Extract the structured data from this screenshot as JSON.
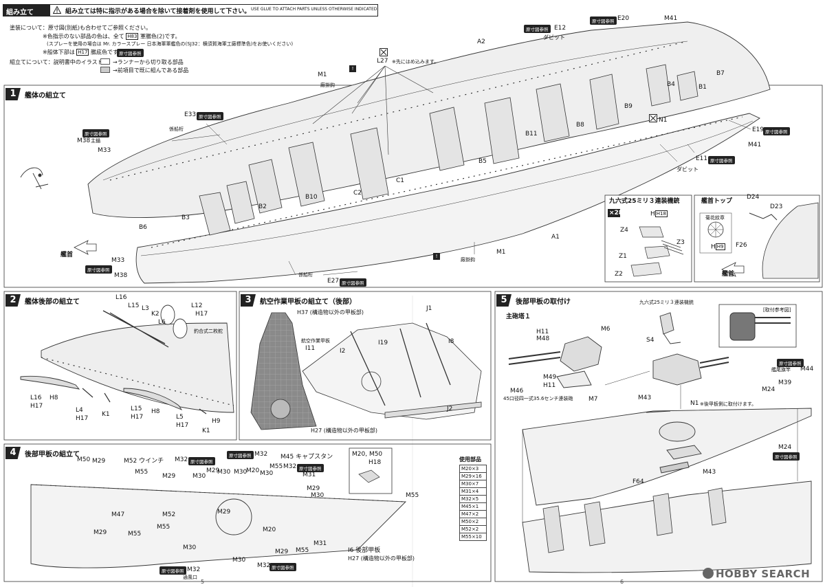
{
  "header": {
    "section": "組み立て",
    "instruction": "組み立ては特に指示がある場合を除いて接着剤を使用して下さい。",
    "instruction_en": "USE GLUE TO ATTACH PARTS UNLESS OTHERWISE INDICATED."
  },
  "notes": {
    "paint1": "塗装について：原寸図(別紙)も合わせてご参照ください。",
    "paint2": "※色指示のない部品の色は、全て",
    "paint2b": "軍艦色(2)です。",
    "paint2_color": "H83",
    "paint3": "(スプレーを使用の場合は Mr. カラースプレー 日本海軍軍艦色の(SJ32：横須賀海軍工廠標準色)をお使いください)",
    "paint4": "※船体下部は",
    "paint4_color": "H17",
    "paint4b": "艦底色です。",
    "assembly1": "組立てについて：説明書中のイラスト",
    "assembly1b": "→ランナーから切り取る部品",
    "assembly2": "→前項目で既に組んである部品",
    "ref_badge": "原寸図参照"
  },
  "step1": {
    "num": "1",
    "title": "艦体の組立て",
    "labels": {
      "A1": "A1",
      "A2": "A2",
      "B1": "B1",
      "B2": "B2",
      "B3": "B3",
      "B4": "B4",
      "B5": "B5",
      "B6": "B6",
      "B7": "B7",
      "B8": "B8",
      "B9": "B9",
      "B10": "B10",
      "B11": "B11",
      "C1": "C1",
      "C2": "C2",
      "E11": "E11",
      "E12": "E12",
      "E19": "E19",
      "E20": "E20",
      "E27": "E27",
      "E33": "E33",
      "L27": "L27",
      "L27_note": "※先にはめ込みます。",
      "M1a": "M1",
      "M1b": "M1",
      "M33a": "M33",
      "M33b": "M33",
      "M38a": "M38",
      "M38b": "M38",
      "M41a": "M41",
      "M41b": "M41",
      "N1": "N1",
      "dabitto1": "ダビット",
      "dabitto2": "ダビット",
      "kaibo1": "廠掛鈎",
      "kaibo2": "廠掛鈎",
      "keisenketa1": "係船桁",
      "keisenketa2": "係船桁",
      "shuju": "主錨",
      "bow": "艦首"
    }
  },
  "aa_gun": {
    "title": "九六式25ミリ３連装機銃",
    "count": "×28",
    "color": "H18",
    "Z1": "Z1",
    "Z2": "Z2",
    "Z3": "Z3",
    "Z4": "Z4"
  },
  "bow_top": {
    "title": "艦首トップ",
    "D23": "D23",
    "D24": "D24",
    "F26": "F26",
    "crest": "菊花紋章",
    "crest_color": "H9",
    "bow": "艦首"
  },
  "step2": {
    "num": "2",
    "title": "艦体後部の組立て",
    "labels": [
      "L16",
      "L15",
      "L3",
      "K2",
      "L6",
      "L12",
      "L16",
      "L4",
      "K1",
      "L15",
      "L5",
      "K1"
    ],
    "colors": [
      "H17",
      "H17",
      "H17",
      "H8",
      "H17",
      "H8",
      "H17",
      "H9"
    ],
    "note": "釣合式二枚舵"
  },
  "step3": {
    "num": "3",
    "title": "航空作業甲板の組立て（後部）",
    "H37": "H37",
    "H37_note": "(構造物以外の甲板部)",
    "H27": "H27",
    "H27_note": "(構造物以外の甲板部)",
    "deck_label": "航空作業甲板",
    "I11": "I11",
    "I2": "I2",
    "I19": "I19",
    "I8": "I8",
    "J1": "J1",
    "J2": "J2"
  },
  "step4": {
    "num": "4",
    "title": "後部甲板の組立て",
    "winch": "ウインチ",
    "capstan": "キャプスタン",
    "vent": "通風口",
    "deck": "後部甲板",
    "I6": "I6",
    "H27": "H27",
    "H27_note": "(構造物以外の甲板部)",
    "inset_title": "M20, M50",
    "inset_color": "H18",
    "parts_title": "使用部品",
    "parts": [
      "M20×3",
      "M29×16",
      "M30×7",
      "M31×4",
      "M32×5",
      "M45×1",
      "M47×2",
      "M50×2",
      "M52×2",
      "M55×10"
    ]
  },
  "step5": {
    "num": "5",
    "title": "後部甲板の取付け",
    "turret": "主砲塔１",
    "aa": "九六式25ミリ３連装機銃",
    "ref_title": "[取付参考図]",
    "gun_name": "45口径四一式35.6センチ連装砲",
    "N1_note": "※後甲板側に取付けます。",
    "stern_flag": "艦尾旗竿",
    "labels": {
      "M6": "M6",
      "M7": "M7",
      "M46": "M46",
      "M48": "M48",
      "M49": "M49",
      "S4": "S4",
      "N1": "N1",
      "M43a": "M43",
      "M43b": "M43",
      "M44": "M44",
      "M39": "M39",
      "M24a": "M24",
      "M24b": "M24",
      "F64": "F64",
      "H11a": "H11",
      "H11b": "H11"
    }
  },
  "footer": {
    "page_left": "5",
    "page_right": "6",
    "logo": "HOBBY SEARCH"
  }
}
